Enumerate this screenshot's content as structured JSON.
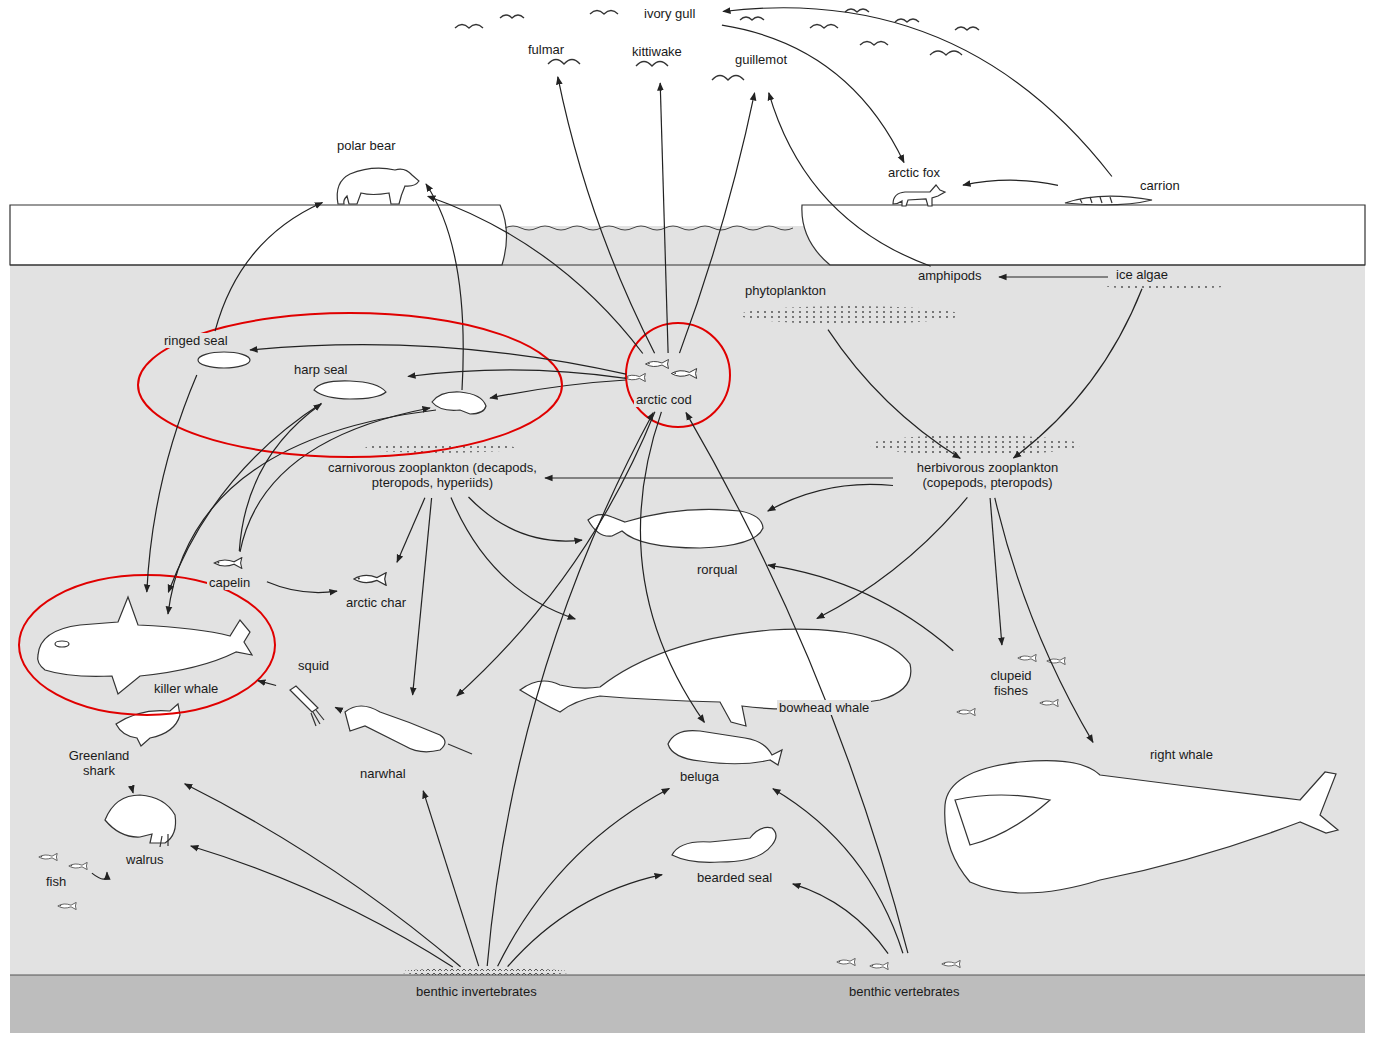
{
  "diagram": {
    "nodes": [
      {
        "text": [
          "ivory gull"
        ]
      },
      {
        "text": [
          "fulmar"
        ]
      },
      {
        "text": [
          "kittiwake"
        ]
      },
      {
        "text": [
          "guillemot"
        ]
      },
      {
        "text": [
          "polar bear"
        ]
      },
      {
        "text": [
          "arctic fox"
        ]
      },
      {
        "text": [
          "carrion"
        ]
      },
      {
        "text": [
          "amphipods"
        ]
      },
      {
        "text": [
          "ice algae"
        ]
      },
      {
        "text": [
          "phytoplankton"
        ]
      },
      {
        "text": [
          "ringed seal"
        ]
      },
      {
        "text": [
          "harp seal"
        ]
      },
      {
        "text": [
          "arctic cod"
        ]
      },
      {
        "text": [
          "carnivorous zooplankton (decapods, pteropods, hyperiids)"
        ]
      },
      {
        "text": [
          "herbivorous zooplankton (copepods, pteropods)"
        ]
      },
      {
        "text": [
          "rorqual"
        ]
      },
      {
        "text": [
          "capelin"
        ]
      },
      {
        "text": [
          "arctic char"
        ]
      },
      {
        "text": [
          "killer whale"
        ]
      },
      {
        "text": [
          "squid"
        ]
      },
      {
        "text": [
          "bowhead whale"
        ]
      },
      {
        "text": [
          "clupeid fishes"
        ]
      },
      {
        "text": [
          "Greenland shark"
        ]
      },
      {
        "text": [
          "narwhal"
        ]
      },
      {
        "text": [
          "beluga"
        ]
      },
      {
        "text": [
          "right whale"
        ]
      },
      {
        "text": [
          "walrus"
        ]
      },
      {
        "text": [
          "fish"
        ]
      },
      {
        "text": [
          "bearded seal"
        ]
      },
      {
        "text": [
          "benthic invertebrates"
        ]
      },
      {
        "text": [
          "benthic vertebrates"
        ]
      }
    ],
    "edges": [
      {
        "from": 8,
        "to": 7,
        "arrow": "to"
      },
      {
        "from": 8,
        "to": 14,
        "arrow": "to"
      },
      {
        "from": 9,
        "to": 14,
        "arrow": "to"
      },
      {
        "from": 7,
        "to": 3,
        "arrow": "to"
      },
      {
        "from": 6,
        "to": 5,
        "arrow": "to"
      },
      {
        "from": 6,
        "to": 0,
        "arrow": "to"
      },
      {
        "from": 0,
        "to": 5,
        "arrow": "to"
      },
      {
        "from": 12,
        "to": 1,
        "arrow": "to"
      },
      {
        "from": 12,
        "to": 2,
        "arrow": "to"
      },
      {
        "from": 12,
        "to": 3,
        "arrow": "to"
      },
      {
        "from": 12,
        "to": 4,
        "arrow": "to"
      },
      {
        "from": 12,
        "to": 10,
        "arrow": "to"
      },
      {
        "from": 12,
        "to": 11,
        "arrow": "to"
      },
      {
        "from": 12,
        "to": 23,
        "arrow": "to"
      },
      {
        "from": 12,
        "to": 24,
        "arrow": "to"
      },
      {
        "from": 10,
        "to": 4,
        "arrow": "to"
      },
      {
        "from": 10,
        "to": 18,
        "arrow": "to"
      },
      {
        "from": 11,
        "to": 18,
        "arrow": "to"
      },
      {
        "from": 16,
        "to": 11,
        "arrow": "to"
      },
      {
        "from": 16,
        "to": 17,
        "arrow": "to"
      },
      {
        "from": 13,
        "to": 17,
        "arrow": "to"
      },
      {
        "from": 13,
        "to": 23,
        "arrow": "to"
      },
      {
        "from": 13,
        "to": 15,
        "arrow": "to"
      },
      {
        "from": 13,
        "to": 20,
        "arrow": "to"
      },
      {
        "from": 14,
        "to": 13,
        "arrow": "to"
      },
      {
        "from": 14,
        "to": 15,
        "arrow": "to"
      },
      {
        "from": 14,
        "to": 20,
        "arrow": "to"
      },
      {
        "from": 14,
        "to": 21,
        "arrow": "to"
      },
      {
        "from": 14,
        "to": 25,
        "arrow": "to"
      },
      {
        "from": 21,
        "to": 15,
        "arrow": "to"
      },
      {
        "from": 19,
        "to": 18,
        "arrow": "to"
      },
      {
        "from": 19,
        "to": 23,
        "arrow": "to"
      },
      {
        "from": 26,
        "to": 22,
        "arrow": "to"
      },
      {
        "from": 27,
        "to": 26,
        "arrow": "to"
      },
      {
        "from": 29,
        "to": 26,
        "arrow": "to"
      },
      {
        "from": 29,
        "to": 22,
        "arrow": "to"
      },
      {
        "from": 29,
        "to": 23,
        "arrow": "to"
      },
      {
        "from": 29,
        "to": 24,
        "arrow": "to"
      },
      {
        "from": 29,
        "to": 28,
        "arrow": "to"
      },
      {
        "from": 29,
        "to": 12,
        "arrow": "to"
      },
      {
        "from": 30,
        "to": 24,
        "arrow": "to"
      },
      {
        "from": 30,
        "to": 28,
        "arrow": "to"
      },
      {
        "from": 30,
        "to": 12,
        "arrow": "to"
      }
    ]
  }
}
